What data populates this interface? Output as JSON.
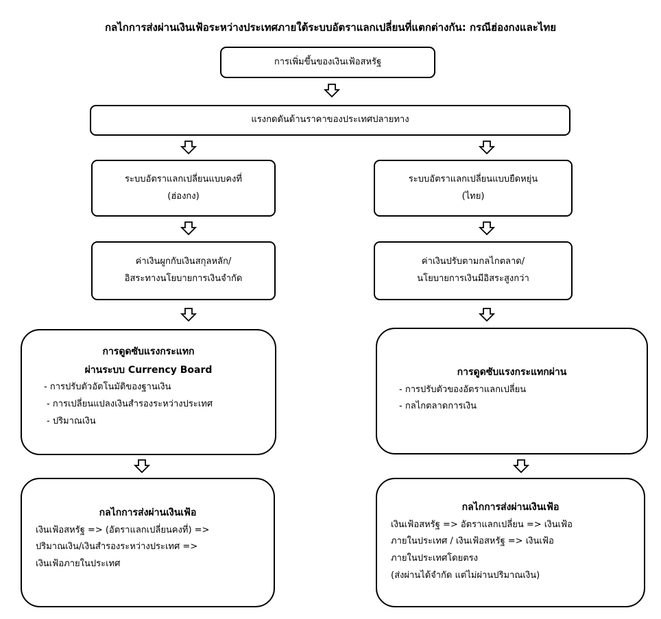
{
  "title": "กลไกการส่งผ่านเงินเฟ้อระหว่างประเทศภายใต้ระบบอัตราแลกเปลี่ยนที่แตกต่างกัน: กรณีฮ่องกงและไทย",
  "top_box": "การเพิ่มขึ้นของเงินเฟ้อสหรัฐ",
  "pressure_box": "แรงกดดันด้านราคาของประเทศปลายทาง",
  "left": {
    "regime": [
      "ระบบอัตราแลกเปลี่ยนแบบคงที่",
      "(ฮ่องกง)"
    ],
    "currency": [
      "ค่าเงินผูกกับเงินสกุลหลัก/",
      "อิสระทางนโยบายการเงินจำกัด"
    ],
    "absorb_title": [
      "การดูดซับแรงกระแทก",
      "ผ่านระบบ Currency Board"
    ],
    "absorb_items": [
      "- การปรับตัวอัตโนมัติของฐานเงิน",
      "- การเปลี่ยนแปลงเงินสำรองระหว่างประเทศ",
      "- ปริมาณเงิน"
    ],
    "mech_title": "กลไกการส่งผ่านเงินเฟ้อ",
    "mech_lines": [
      "เงินเฟ้อสหรัฐ => (อัตราแลกเปลี่ยนคงที่) =>",
      "ปริมาณเงิน/เงินสำรองระหว่างประเทศ =>",
      "เงินเฟ้อภายในประเทศ"
    ]
  },
  "right": {
    "regime": [
      "ระบบอัตราแลกเปลี่ยนแบบยืดหยุ่น",
      "(ไทย)"
    ],
    "currency": [
      "ค่าเงินปรับตามกลไกตลาด/",
      "นโยบายการเงินมีอิสระสูงกว่า"
    ],
    "absorb_title": "การดูดซับแรงกระแทกผ่าน",
    "absorb_items": [
      "- การปรับตัวของอัตราแลกเปลี่ยน",
      "- กลไกตลาดการเงิน"
    ],
    "mech_title": "กลไกการส่งผ่านเงินเฟ้อ",
    "mech_lines": [
      "เงินเฟ้อสหรัฐ => อัตราแลกเปลี่ยน => เงินเฟ้อ",
      "ภายในประเทศ / เงินเฟ้อสหรัฐ => เงินเฟ้อ",
      "ภายในประเทศโดยตรง",
      "(ส่งผ่านได้จำกัด แต่ไม่ผ่านปริมาณเงิน)"
    ]
  }
}
